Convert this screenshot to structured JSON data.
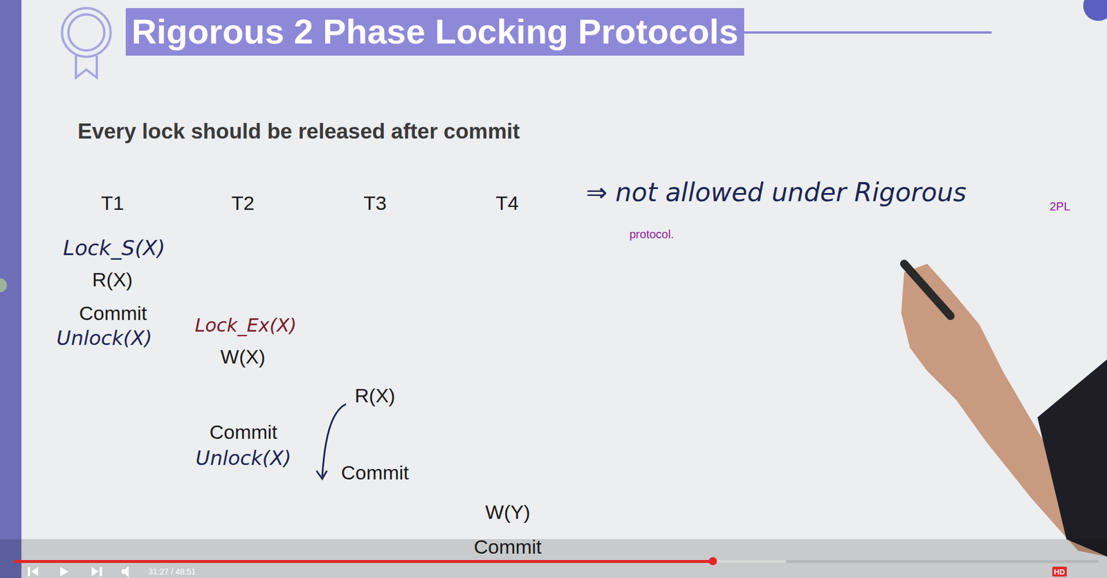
{
  "diagram": {
    "title": "Rigorous 2 Phase Locking Protocols",
    "labels": [
      "Every lock should be released after commit",
      "T1",
      "T2",
      "T3",
      "T4",
      "⇒ not allowed under Rigorous",
      "2PL",
      "protocol.",
      "Lock_S(X)",
      "R(X)",
      "Commit",
      "Unlock(X)",
      "Lock_Ex(X)",
      "W(X)",
      "R(X)",
      "Commit",
      "Unlock(X)",
      "Commit",
      "W(Y)",
      "Commit",
      "31:27 / 48:51",
      "HD"
    ]
  }
}
